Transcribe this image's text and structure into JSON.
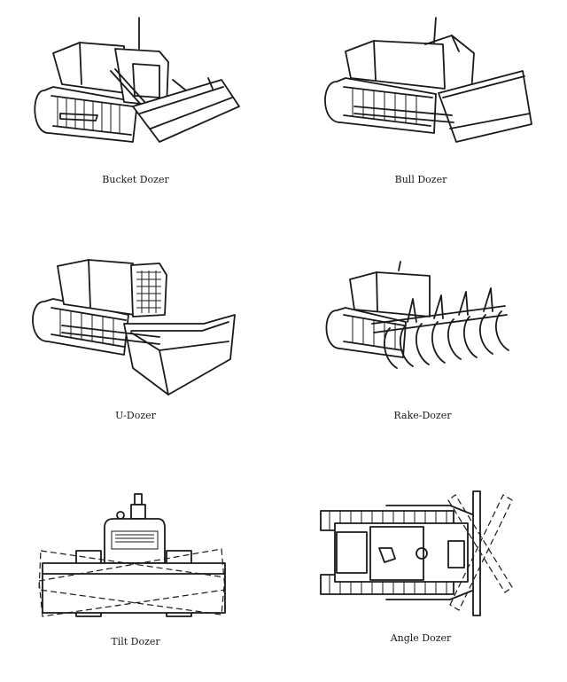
{
  "figures": [
    {
      "id": "bucket",
      "caption": "Bucket Dozer",
      "icon": "bucket-dozer-drawing"
    },
    {
      "id": "bull",
      "caption": "Bull Dozer",
      "icon": "bull-dozer-drawing"
    },
    {
      "id": "u",
      "caption": "U-Dozer",
      "icon": "u-dozer-drawing"
    },
    {
      "id": "rake",
      "caption": "Rake-Dozer",
      "icon": "rake-dozer-drawing"
    },
    {
      "id": "tilt",
      "caption": "Tilt Dozer",
      "icon": "tilt-dozer-drawing"
    },
    {
      "id": "angle",
      "caption": "Angle Dozer",
      "icon": "angle-dozer-drawing"
    }
  ]
}
